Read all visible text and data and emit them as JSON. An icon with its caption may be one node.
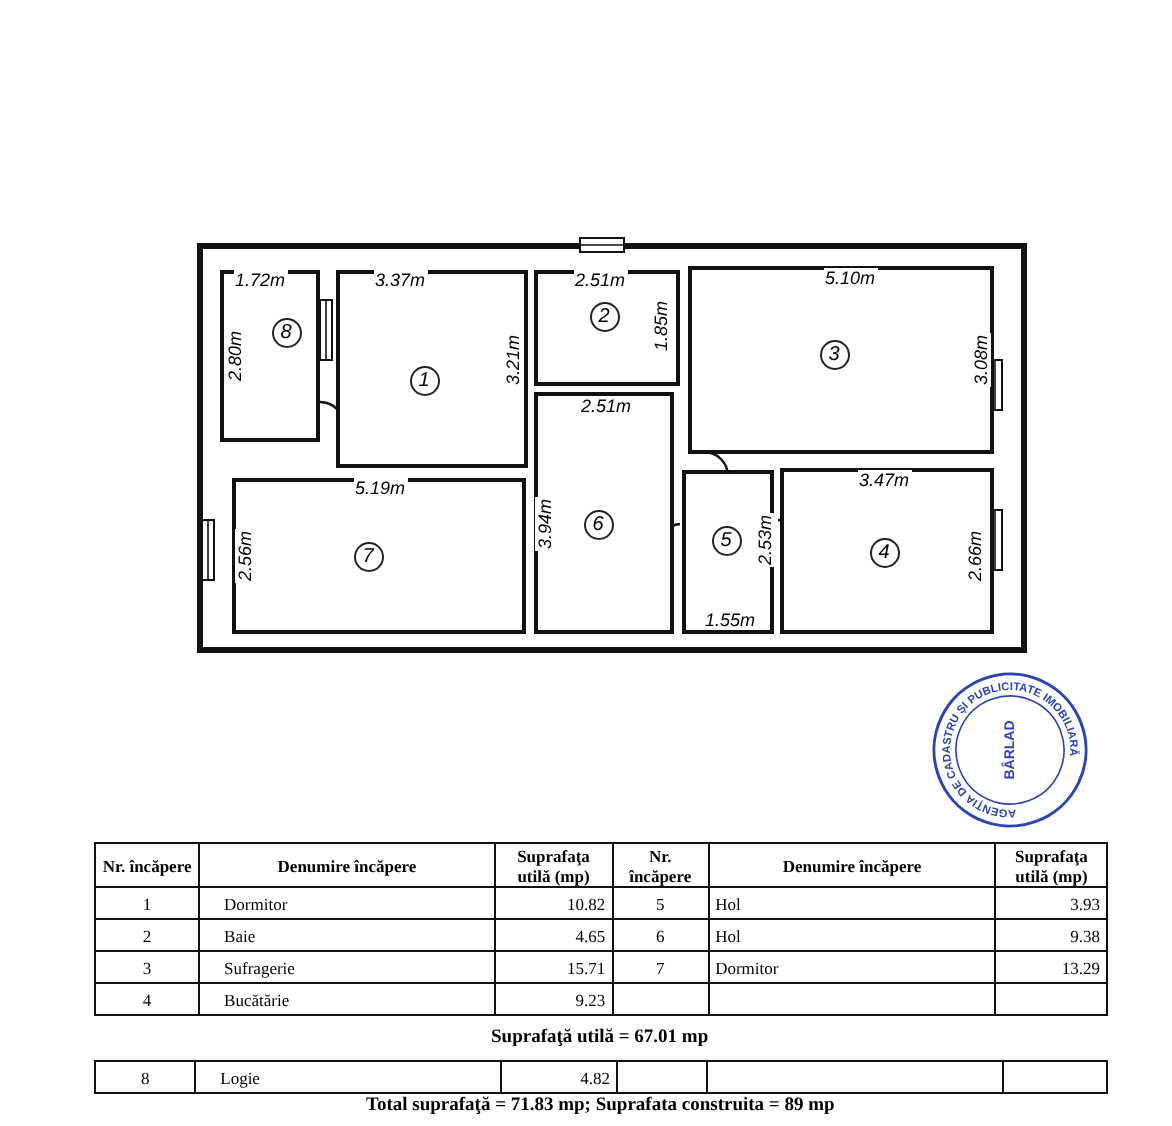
{
  "diagram": {
    "nodes": [
      {
        "text": [
          "8"
        ]
      },
      {
        "text": [
          "1"
        ]
      },
      {
        "text": [
          "2"
        ]
      },
      {
        "text": [
          "3"
        ]
      },
      {
        "text": [
          "6"
        ]
      },
      {
        "text": [
          "7"
        ]
      },
      {
        "text": [
          "5"
        ]
      },
      {
        "text": [
          "4"
        ]
      }
    ],
    "labels": [
      "1.72m",
      "3.37m",
      "2.51m",
      "5.10m",
      "2.80m",
      "3.21m",
      "1.85m",
      "3.08m",
      "2.51m",
      "5.19m",
      "3.94m",
      "2.53m",
      "3.47m",
      "2.56m",
      "2.66m",
      "1.55m",
      "AGENȚIA DE CADASTRU ȘI PUBLICITATE IMOBILIARĂ",
      "BÂRLAD",
      "Nr. încăpere",
      "Denumire încăpere",
      "Suprafaţa utilă (mp)",
      "Nr. încăpere",
      "Denumire încăpere",
      "Suprafaţa utilă (mp)",
      "1",
      "Dormitor",
      "10.82",
      "5",
      "Hol",
      "3.93",
      "2",
      "Baie",
      "4.65",
      "6",
      "Hol",
      "9.38",
      "3",
      "Sufragerie",
      "15.71",
      "7",
      "Dormitor",
      "13.29",
      "4",
      "Bucătărie",
      "9.23",
      "Suprafaţă utilă = 67.01 mp",
      "8",
      "Logie",
      "4.82",
      "Total suprafaţă = 71.83 mp; Suprafata construita = 89 mp"
    ]
  }
}
